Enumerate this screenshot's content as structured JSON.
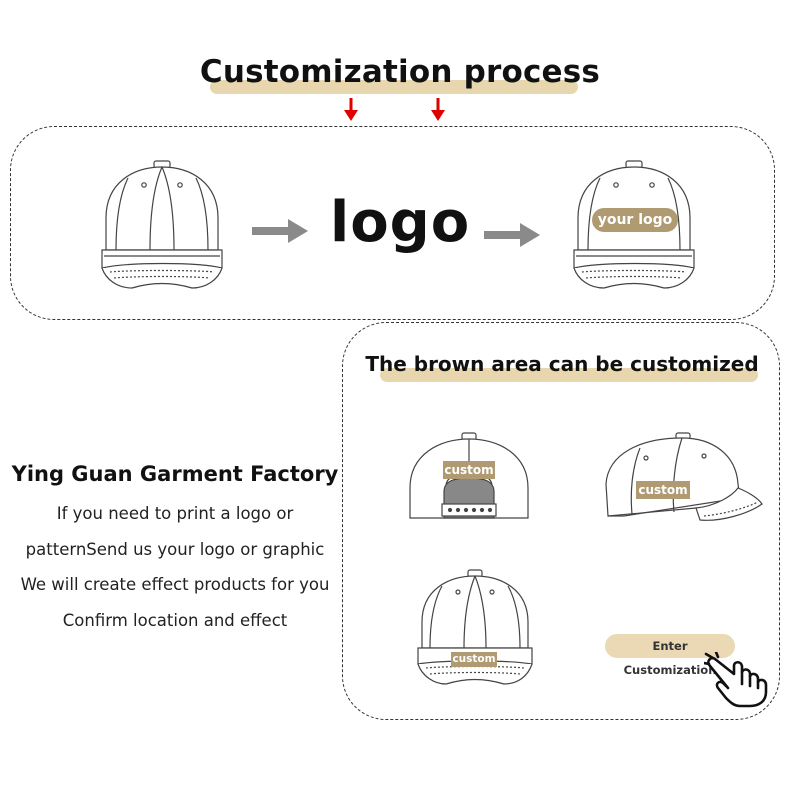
{
  "title": "Customization process",
  "process": {
    "logo_word": "logo",
    "logo_label": "your logo"
  },
  "custom_section": {
    "subtitle": "The brown area can be customized",
    "labels": {
      "back": "custom",
      "side": "custom",
      "front_brim": "custom"
    },
    "enter_button": "Enter Customization"
  },
  "company": {
    "name": "Ying Guan Garment Factory",
    "lines": [
      "If you need to print a logo or",
      "patternSend us your logo or graphic",
      "We will create effect products for you",
      "Confirm location and effect"
    ]
  },
  "colors": {
    "brown_area": "#b09a72",
    "highlight": "#e8d7ae",
    "arrow_gray": "#8a8a8a",
    "arrow_red": "#e00000"
  },
  "icons": [
    "red-down-arrow-icon",
    "gray-right-arrow-icon",
    "pointing-hand-icon"
  ]
}
